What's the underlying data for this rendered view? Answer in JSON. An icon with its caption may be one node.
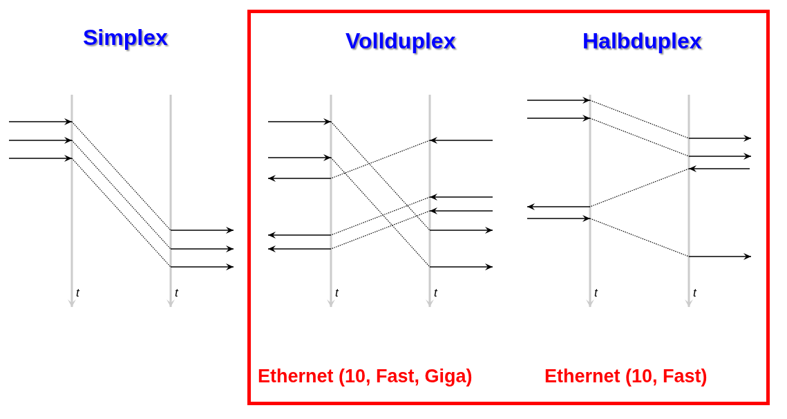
{
  "diagram": {
    "nodes": [
      {
        "text": [
          "Vollduplex",
          "Halbduplex",
          "Ethernet (10, Fast, Giga)",
          "Ethernet (10, Fast)"
        ]
      }
    ],
    "labels": [
      "Simplex",
      "t",
      "t",
      "t",
      "t",
      "t",
      "t"
    ]
  }
}
